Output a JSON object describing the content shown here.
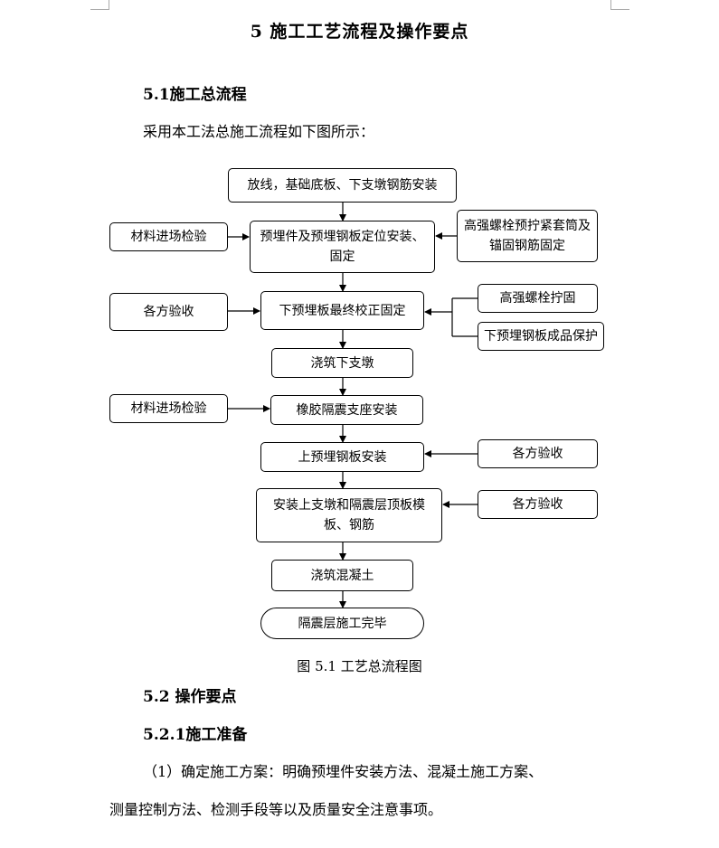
{
  "title": "5 施工工艺流程及操作要点",
  "section_5_1": {
    "heading": "5.1施工总流程",
    "intro": "采用本工法总施工流程如下图所示："
  },
  "flowchart": {
    "main": [
      "放线，基础底板、下支墩钢筋安装",
      "预埋件及预埋钢板定位安装、固定",
      "下预埋板最终校正固定",
      "浇筑下支墩",
      "橡胶隔震支座安装",
      "上预埋钢板安装",
      "安装上支墩和隔震层顶板模板、钢筋",
      "浇筑混凝土",
      "隔震层施工完毕"
    ],
    "side": {
      "material_check_1": "材料进场检验",
      "bolt_pretighten": "高强螺栓预拧紧套筒及锚固钢筋固定",
      "all_parties_accept_1": "各方验收",
      "bolt_tighten": "高强螺栓拧固",
      "plate_protect": "下预埋钢板成品保护",
      "material_check_2": "材料进场检验",
      "all_parties_accept_2": "各方验收",
      "all_parties_accept_3": "各方验收"
    },
    "caption": "图 5.1  工艺总流程图"
  },
  "section_5_2": {
    "heading": "5.2 操作要点",
    "sub_heading": "5.2.1施工准备",
    "para_line1": "（1）确定施工方案：明确预埋件安装方法、混凝土施工方案、",
    "para_line2": "测量控制方法、检测手段等以及质量安全注意事项。"
  }
}
